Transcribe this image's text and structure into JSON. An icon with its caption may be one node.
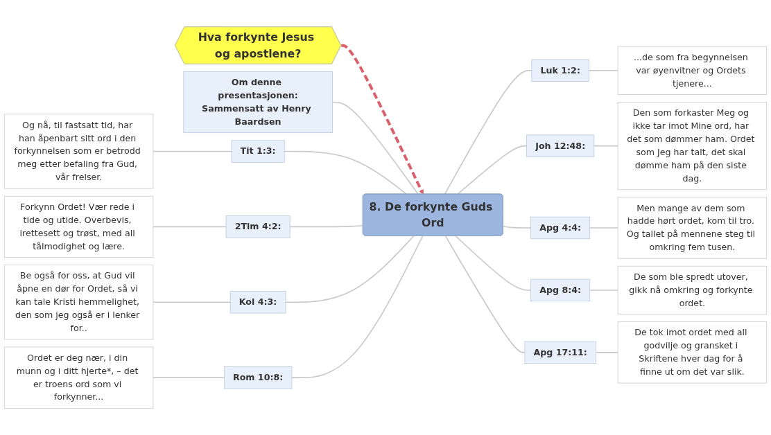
{
  "diagram": {
    "nodes": [
      {
        "text": [
          "Hva forkynte Jesus og apostlene?"
        ]
      },
      {
        "text": [
          "8. De forkynte Guds Ord"
        ]
      },
      {
        "text": [
          "Om denne presentasjonen:",
          "Sammensatt av Henry Baardsen"
        ]
      },
      {
        "text": [
          "Tit 1:3:"
        ]
      },
      {
        "text": [
          "Og nå, til fastsatt tid, har han åpenbart sitt ord i den forkynnelsen som er betrodd meg etter befaling fra Gud, vår frelser."
        ]
      },
      {
        "text": [
          "2Tim 4:2:"
        ]
      },
      {
        "text": [
          "Forkynn Ordet! Vær rede i tide og utide. Overbevis, irettesett og trøst, med all tålmodighet og lære."
        ]
      },
      {
        "text": [
          "Kol 4:3:"
        ]
      },
      {
        "text": [
          "Be også for oss, at Gud vil åpne en dør for Ordet, så vi kan tale Kristi hemmelighet, den som jeg også er i lenker for.."
        ]
      },
      {
        "text": [
          "Rom 10:8:"
        ]
      },
      {
        "text": [
          "Ordet er deg nær, i din munn og i ditt hjerte*, – det er troens ord som vi forkynner..."
        ]
      },
      {
        "text": [
          "Luk 1:2:"
        ]
      },
      {
        "text": [
          "...de som fra begynnelsen var øyenvitner og Ordets tjenere..."
        ]
      },
      {
        "text": [
          "Joh 12:48:"
        ]
      },
      {
        "text": [
          "Den som forkaster Meg og ikke tar imot Mine ord, har det som dømmer ham. Ordet som Jeg har talt, det skal dømme ham på den siste dag."
        ]
      },
      {
        "text": [
          "Apg 4:4:"
        ]
      },
      {
        "text": [
          "Men mange av dem som hadde hørt ordet, kom til tro. Og tallet på mennene steg til omkring fem tusen."
        ]
      },
      {
        "text": [
          "Apg 8:4:"
        ]
      },
      {
        "text": [
          "De som ble spredt utover, gikk nå omkring og forkynte ordet."
        ]
      },
      {
        "text": [
          "Apg 17:11:"
        ]
      },
      {
        "text": [
          "De tok imot ordet med all godvilje og gransket i Skriftene hver dag for å finne ut om det var slik."
        ]
      }
    ],
    "edges": [
      {
        "from": 0,
        "to": 1,
        "arrow": "to",
        "style": "dashed",
        "color": "#d9606a"
      },
      {
        "from": 2,
        "to": 1,
        "arrow": "none"
      },
      {
        "from": 4,
        "to": 3,
        "arrow": "none"
      },
      {
        "from": 3,
        "to": 1,
        "arrow": "none"
      },
      {
        "from": 6,
        "to": 5,
        "arrow": "none"
      },
      {
        "from": 5,
        "to": 1,
        "arrow": "none"
      },
      {
        "from": 8,
        "to": 7,
        "arrow": "none"
      },
      {
        "from": 7,
        "to": 1,
        "arrow": "none"
      },
      {
        "from": 10,
        "to": 9,
        "arrow": "none"
      },
      {
        "from": 9,
        "to": 1,
        "arrow": "none"
      },
      {
        "from": 1,
        "to": 11,
        "arrow": "none"
      },
      {
        "from": 11,
        "to": 12,
        "arrow": "none"
      },
      {
        "from": 1,
        "to": 13,
        "arrow": "none"
      },
      {
        "from": 13,
        "to": 14,
        "arrow": "none"
      },
      {
        "from": 1,
        "to": 15,
        "arrow": "none"
      },
      {
        "from": 15,
        "to": 16,
        "arrow": "none"
      },
      {
        "from": 1,
        "to": 17,
        "arrow": "none"
      },
      {
        "from": 17,
        "to": 18,
        "arrow": "none"
      },
      {
        "from": 1,
        "to": 19,
        "arrow": "none"
      },
      {
        "from": 19,
        "to": 20,
        "arrow": "none"
      }
    ]
  }
}
